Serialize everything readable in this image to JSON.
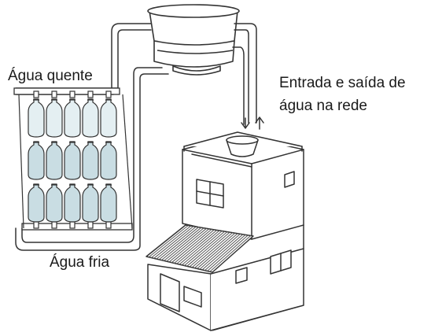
{
  "labels": {
    "hot_water": "Água quente",
    "cold_water": "Água fria",
    "network_line1": "Entrada e saída de",
    "network_line2": "água na rede"
  },
  "colors": {
    "ink": "#333333",
    "bottle_fill": "#c9dde3",
    "bottle_fill_light": "#e4eff2",
    "tank_fill": "#ffffff",
    "roof_hatch": "#555555"
  },
  "icons": {
    "solar_heater": "pet-bottle-solar-collector-icon",
    "water_tank": "water-tank-icon",
    "house": "house-icon"
  }
}
